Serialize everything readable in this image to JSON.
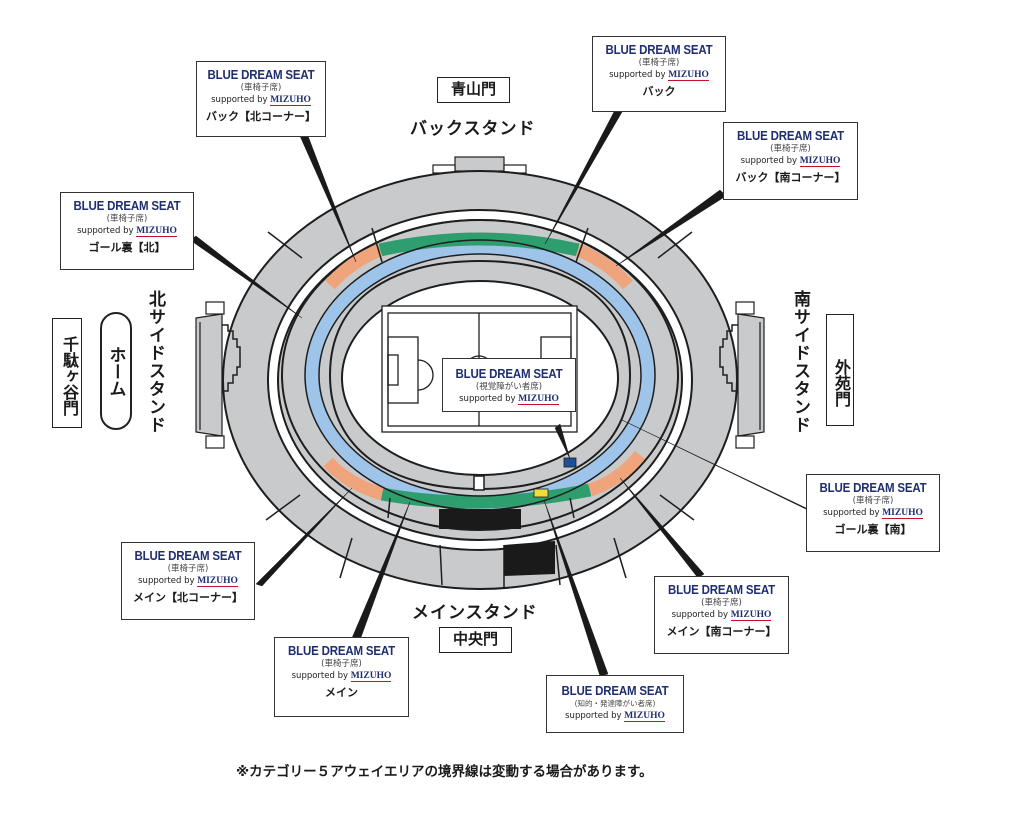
{
  "colors": {
    "seat_gray": "#c9cacc",
    "outline": "#1e1e1e",
    "green_band": "#2f9e6e",
    "orange_band": "#f0a47c",
    "blue_band": "#9ec4ea",
    "black_block": "#1a1a1a",
    "wheelchair_yellow": "#f2dc3a",
    "visual_blue": "#1f4f96",
    "title_navy": "#1f2e6e",
    "mizuho_red": "#c8102e"
  },
  "gates": {
    "north_gate": "千駄ヶ谷門",
    "back_gate": "青山門",
    "south_gate": "外苑門",
    "main_gate": "中央門"
  },
  "stands": {
    "back": "バックスタンド",
    "main": "メインスタンド",
    "north": "北サイドスタンド",
    "south": "南サイドスタンド",
    "home_label": "ホーム"
  },
  "seat_boxes": [
    {
      "id": "back-north-corner",
      "title": "BLUE DREAM SEAT",
      "sub": "(車椅子席)",
      "sponsor_prefix": "supported by",
      "sponsor": "MIZUHO",
      "area": "バック【北コーナー】"
    },
    {
      "id": "back",
      "title": "BLUE DREAM SEAT",
      "sub": "(車椅子席)",
      "sponsor_prefix": "supported by",
      "sponsor": "MIZUHO",
      "area": "バック"
    },
    {
      "id": "back-south-corner",
      "title": "BLUE DREAM SEAT",
      "sub": "(車椅子席)",
      "sponsor_prefix": "supported by",
      "sponsor": "MIZUHO",
      "area": "バック【南コーナー】"
    },
    {
      "id": "goal-north",
      "title": "BLUE DREAM SEAT",
      "sub": "(車椅子席)",
      "sponsor_prefix": "supported by",
      "sponsor": "MIZUHO",
      "area": "ゴール裏【北】"
    },
    {
      "id": "visual",
      "title": "BLUE DREAM SEAT",
      "sub": "(視覚障がい者席)",
      "sponsor_prefix": "supported by",
      "sponsor": "MIZUHO",
      "area": ""
    },
    {
      "id": "goal-south",
      "title": "BLUE DREAM SEAT",
      "sub": "(車椅子席)",
      "sponsor_prefix": "supported by",
      "sponsor": "MIZUHO",
      "area": "ゴール裏【南】"
    },
    {
      "id": "main-north-corner",
      "title": "BLUE DREAM SEAT",
      "sub": "(車椅子席)",
      "sponsor_prefix": "supported by",
      "sponsor": "MIZUHO",
      "area": "メイン【北コーナー】"
    },
    {
      "id": "main-south-corner",
      "title": "BLUE DREAM SEAT",
      "sub": "(車椅子席)",
      "sponsor_prefix": "supported by",
      "sponsor": "MIZUHO",
      "area": "メイン【南コーナー】"
    },
    {
      "id": "main",
      "title": "BLUE DREAM SEAT",
      "sub": "(車椅子席)",
      "sponsor_prefix": "supported by",
      "sponsor": "MIZUHO",
      "area": "メイン"
    },
    {
      "id": "intellectual",
      "title": "BLUE DREAM SEAT",
      "sub": "(知的・発達障がい者席)",
      "sponsor_prefix": "supported by",
      "sponsor": "MIZUHO",
      "area": ""
    }
  ],
  "footnote": "※カテゴリー５アウェイエリアの境界線は変動する場合があります。"
}
